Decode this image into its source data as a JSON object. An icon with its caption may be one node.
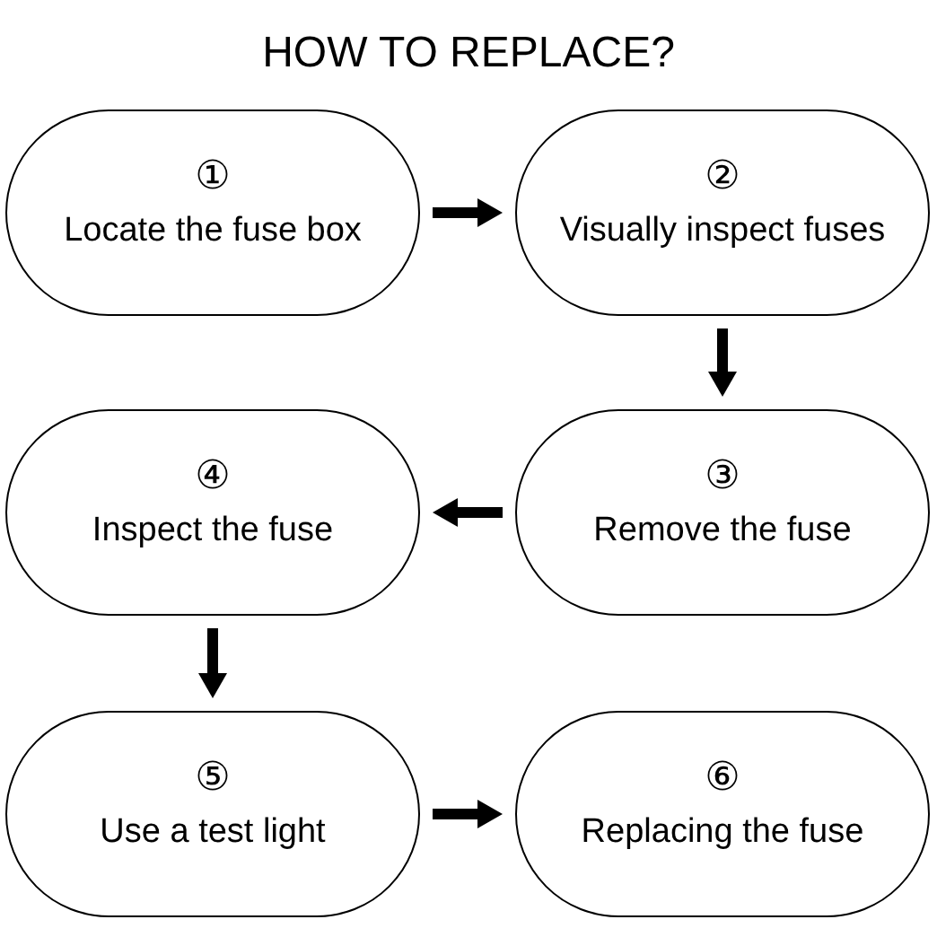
{
  "diagram": {
    "title": "HOW TO REPLACE?",
    "nodes": [
      {
        "text": [
          "①",
          "Locate the fuse box"
        ]
      },
      {
        "text": [
          "②",
          "Visually inspect fuses"
        ]
      },
      {
        "text": [
          "③",
          "Remove the fuse"
        ]
      },
      {
        "text": [
          "④",
          "Inspect the fuse"
        ]
      },
      {
        "text": [
          "⑤",
          "Use a test light"
        ]
      },
      {
        "text": [
          "⑥",
          "Replacing the fuse"
        ]
      }
    ],
    "edges": [
      {
        "from": 0,
        "to": 1,
        "arrow": "to"
      },
      {
        "from": 1,
        "to": 2,
        "arrow": "to"
      },
      {
        "from": 2,
        "to": 3,
        "arrow": "to"
      },
      {
        "from": 3,
        "to": 4,
        "arrow": "to"
      },
      {
        "from": 4,
        "to": 5,
        "arrow": "to"
      }
    ]
  }
}
